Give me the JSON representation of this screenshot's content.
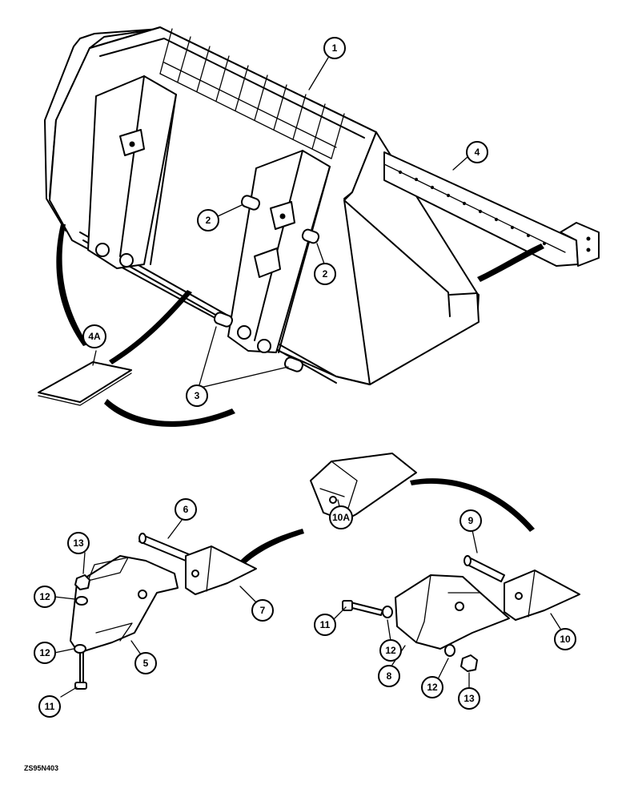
{
  "figure_code": "ZS95N403",
  "callouts": {
    "c1": "1",
    "c2a": "2",
    "c2b": "2",
    "c3": "3",
    "c4": "4",
    "c4a": "4A",
    "c5": "5",
    "c6": "6",
    "c7": "7",
    "c8": "8",
    "c9": "9",
    "c10": "10",
    "c10a": "10A",
    "c11a": "11",
    "c11b": "11",
    "c12a": "12",
    "c12b": "12",
    "c12c": "12",
    "c12d": "12",
    "c13a": "13",
    "c13b": "13"
  }
}
